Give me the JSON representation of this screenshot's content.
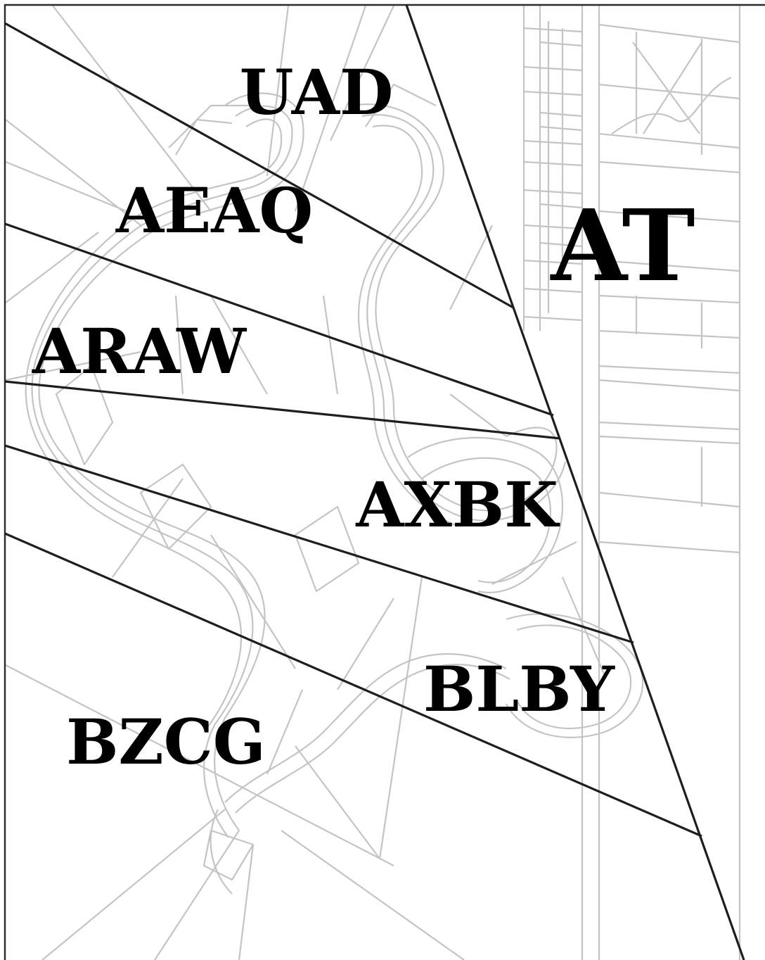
{
  "diagram": {
    "labels": {
      "uad": "UAD",
      "aeaq": "AEAQ",
      "araw": "ARAW",
      "axbk": "AXBK",
      "blby": "BLBY",
      "bzcg": "BZCG",
      "at": "AT"
    },
    "colors": {
      "background": "#ffffff",
      "region_border": "#1e1e1e",
      "background_sketch": "#c4c4c4",
      "label_text": "#000000"
    }
  }
}
